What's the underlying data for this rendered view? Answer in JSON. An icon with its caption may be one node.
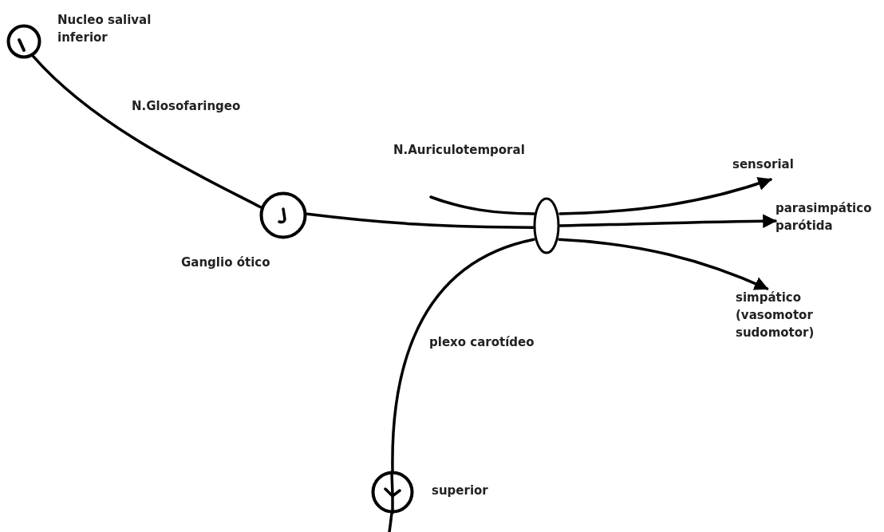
{
  "diagram": {
    "nodes": [
      {
        "text": [
          "Nucleo salival inferior"
        ]
      },
      {
        "text": [
          "Ganglio ótico"
        ]
      },
      {
        "text": [],
        "shape": "ellipse"
      },
      {
        "text": [
          "superior"
        ]
      },
      {
        "text": [
          "sensorial"
        ]
      },
      {
        "text": [
          "parasimpático parótida"
        ]
      },
      {
        "text": [
          "simpático (vasomotor sudomotor)"
        ]
      }
    ],
    "edges": [
      {
        "from": 0,
        "to": 1,
        "arrow": "none",
        "label": "N.Glosofaringeo"
      },
      {
        "from": 1,
        "to": 2,
        "arrow": "none"
      },
      {
        "from": null,
        "to": 2,
        "arrow": "none",
        "label": "N.Auriculotemporal"
      },
      {
        "from": 3,
        "to": 2,
        "arrow": "none",
        "label": "plexo carotídeo"
      },
      {
        "from": 2,
        "to": 4,
        "arrow": "to"
      },
      {
        "from": 2,
        "to": 5,
        "arrow": "to"
      },
      {
        "from": 2,
        "to": 6,
        "arrow": "to"
      },
      {
        "from": null,
        "to": 3,
        "arrow": "none"
      }
    ]
  }
}
